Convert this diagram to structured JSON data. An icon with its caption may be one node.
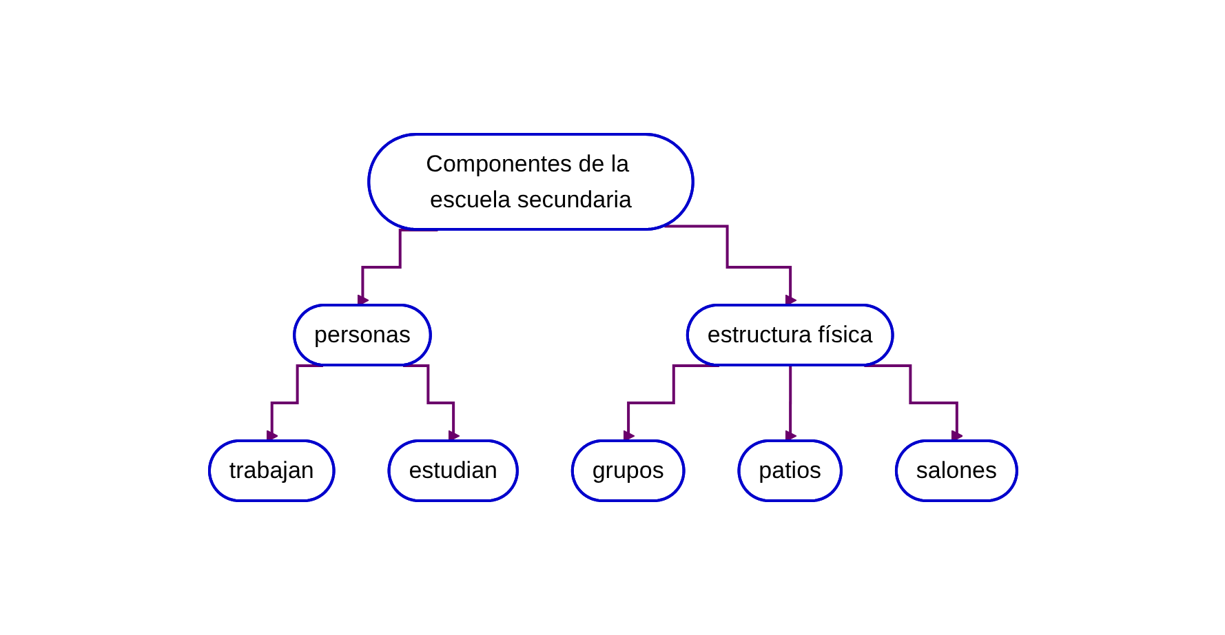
{
  "diagram": {
    "nodes": [
      {
        "text": [
          "Componentes de la escuela secundaria"
        ]
      },
      {
        "text": [
          "personas"
        ]
      },
      {
        "text": [
          "estructura física"
        ]
      },
      {
        "text": [
          "trabajan"
        ]
      },
      {
        "text": [
          "estudian"
        ]
      },
      {
        "text": [
          "grupos"
        ]
      },
      {
        "text": [
          "patios"
        ]
      },
      {
        "text": [
          "salones"
        ]
      }
    ],
    "edges": [
      {
        "from": 0,
        "to": 1,
        "arrow": "to"
      },
      {
        "from": 0,
        "to": 2,
        "arrow": "to"
      },
      {
        "from": 1,
        "to": 3,
        "arrow": "to"
      },
      {
        "from": 1,
        "to": 4,
        "arrow": "to"
      },
      {
        "from": 2,
        "to": 5,
        "arrow": "to"
      },
      {
        "from": 2,
        "to": 6,
        "arrow": "to"
      },
      {
        "from": 2,
        "to": 7,
        "arrow": "to"
      }
    ]
  }
}
